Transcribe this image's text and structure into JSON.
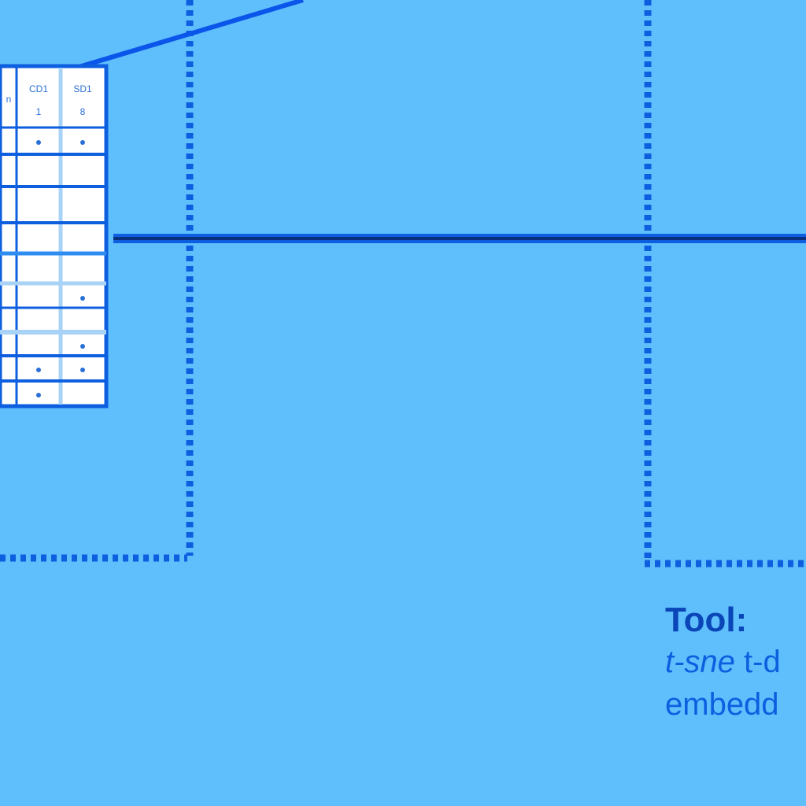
{
  "colors": {
    "background": "#5fbffc",
    "dotted_border": "#0d5fe0",
    "connector_line": "#0b55ea",
    "divider_line": "#06307e",
    "table_border": "#0d5fe0",
    "table_fill": "#ffffff",
    "table_text": "#2a6fd8",
    "caption_heading": "#0a46b8",
    "caption_text": "#0d5fe0"
  },
  "table": {
    "header_cells": [
      "",
      "CD1\n1",
      "SD1\n8"
    ],
    "marked_rows": [
      {
        "row": 0,
        "cols": [
          1,
          2
        ]
      },
      {
        "row": 5,
        "cols": [
          2
        ]
      },
      {
        "row": 7,
        "cols": [
          2
        ]
      },
      {
        "row": 8,
        "cols": [
          1,
          2
        ]
      },
      {
        "row": 9,
        "cols": [
          1
        ]
      }
    ],
    "mark_glyph": "•"
  },
  "caption": {
    "heading": "Tool:",
    "line1_italic": "t-sne",
    "line1_rest": " t-d",
    "line2": "embedd"
  },
  "icons": {
    "connector": "diagonal-line",
    "divider": "horizontal-rule"
  }
}
